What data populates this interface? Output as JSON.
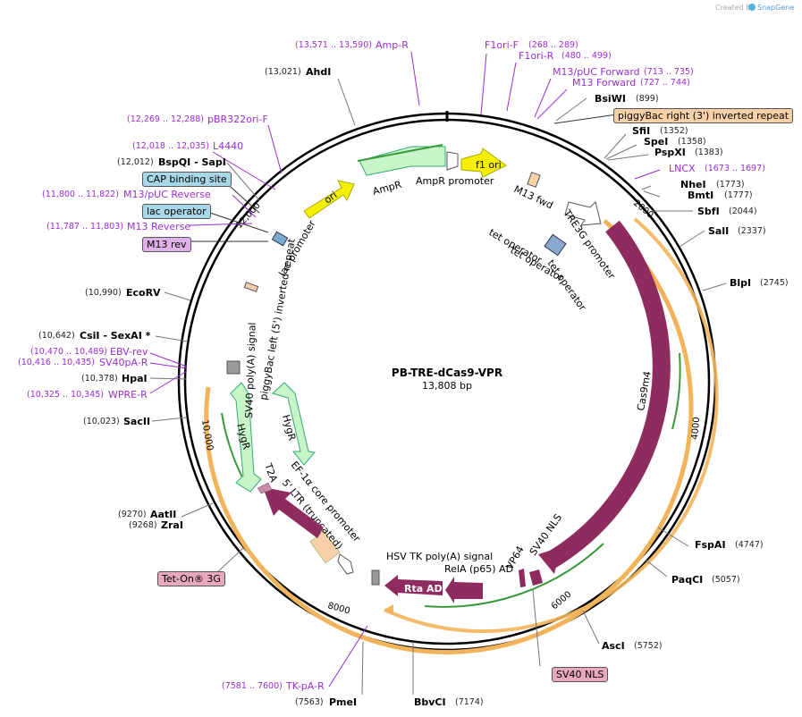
{
  "brand": {
    "created_by": "Created by",
    "app": "SnapGene"
  },
  "plasmid": {
    "name": "PB-TRE-dCas9-VPR",
    "size": "13,808 bp"
  },
  "ticks": [
    "2000",
    "4000",
    "6000",
    "8000",
    "10,000",
    "12,000"
  ],
  "restriction_sites": [
    {
      "name": "AhdI",
      "pos": "(13,021)"
    },
    {
      "name": "BsiWI",
      "pos": "(899)"
    },
    {
      "name": "SfiI",
      "pos": "(1352)"
    },
    {
      "name": "SpeI",
      "pos": "(1358)"
    },
    {
      "name": "PspXI",
      "pos": "(1383)"
    },
    {
      "name": "NheI",
      "pos": "(1773)"
    },
    {
      "name": "BmtI",
      "pos": "(1777)"
    },
    {
      "name": "SbfI",
      "pos": "(2044)"
    },
    {
      "name": "SalI",
      "pos": "(2337)"
    },
    {
      "name": "BlpI",
      "pos": "(2745)"
    },
    {
      "name": "FspAI",
      "pos": "(4747)"
    },
    {
      "name": "PaqCI",
      "pos": "(5057)"
    },
    {
      "name": "AscI",
      "pos": "(5752)"
    },
    {
      "name": "BbvCI",
      "pos": "(7174)"
    },
    {
      "name": "PmeI",
      "pos": "(7563)"
    },
    {
      "name": "ZraI",
      "pos": "(9268)"
    },
    {
      "name": "AatII",
      "pos": "(9270)"
    },
    {
      "name": "SacII",
      "pos": "(10,023)"
    },
    {
      "name": "HpaI",
      "pos": "(10,378)"
    },
    {
      "name": "CsiI - SexAI *",
      "pos": "(10,642)"
    },
    {
      "name": "EcoRV",
      "pos": "(10,990)"
    },
    {
      "name": "BspQI - SapI",
      "pos": "(12,012)"
    }
  ],
  "primers": [
    {
      "name": "Amp-R",
      "pos": "(13,571 .. 13,590)"
    },
    {
      "name": "F1ori-F",
      "pos": "(268 .. 289)"
    },
    {
      "name": "F1ori-R",
      "pos": "(480 .. 499)"
    },
    {
      "name": "M13/pUC Forward",
      "pos": "(713 .. 735)"
    },
    {
      "name": "M13 Forward",
      "pos": "(727 .. 744)"
    },
    {
      "name": "LNCX",
      "pos": "(1673 .. 1697)"
    },
    {
      "name": "pBR322ori-F",
      "pos": "(12,269 .. 12,288)"
    },
    {
      "name": "L4440",
      "pos": "(12,018 .. 12,035)"
    },
    {
      "name": "M13/pUC Reverse",
      "pos": "(11,800 .. 11,822)"
    },
    {
      "name": "M13 Reverse",
      "pos": "(11,787 .. 11,803)"
    },
    {
      "name": "EBV-rev",
      "pos": "(10,470 .. 10,489)"
    },
    {
      "name": "SV40pA-R",
      "pos": "(10,416 .. 10,435)"
    },
    {
      "name": "WPRE-R",
      "pos": "(10,325 .. 10,345)"
    },
    {
      "name": "TK-pA-R",
      "pos": "(7581 .. 7600)"
    }
  ],
  "boxed_labels": {
    "piggybac_right": "piggyBac right (3') inverted repeat",
    "cap_binding": "CAP binding site",
    "lac_operator": "lac operator",
    "m13_rev": "M13 rev",
    "tet_on": "Tet-On® 3G",
    "sv40_nls_box": "SV40 NLS"
  },
  "features": {
    "ampr_promoter": "AmpR promoter",
    "ampr": "AmpR",
    "f1_ori": "f1 ori",
    "ori": "ori",
    "m13_fwd": "M13 fwd",
    "tre3g": "TRE3G promoter",
    "tet_op1": "tet operator",
    "tet_op2": "tet operator",
    "tet_op3": "tet operator",
    "cas9m4": "Cas9m4",
    "sv40_nls": "SV40 NLS",
    "vp64": "VP64",
    "rela": "RelA (p65) AD",
    "rta": "Rta AD",
    "hsv_tk": "HSV TK poly(A) signal",
    "ef1a": "EF-1α core promoter",
    "ltr": "5' LTR (truncated)",
    "t2a": "T2A",
    "hygr1": "HygR",
    "hygr2": "HygR",
    "sv40_polya": "SV40 poly(A) signal",
    "piggybac_left": "piggyBac left (5') inverted repeat",
    "lac_promoter": "lac promoter"
  },
  "colors": {
    "cas9": "#8e2b5f",
    "hygr": "#c8f5c8",
    "ampr": "#c8f5c8",
    "ori": "#f5f000",
    "tet_on_arc": "#f2b45a",
    "purple_primer": "#9a2ed1",
    "box_blue": "#a8d8e8",
    "box_pink": "#e8a8c0",
    "box_orange": "#f8d0a8"
  }
}
